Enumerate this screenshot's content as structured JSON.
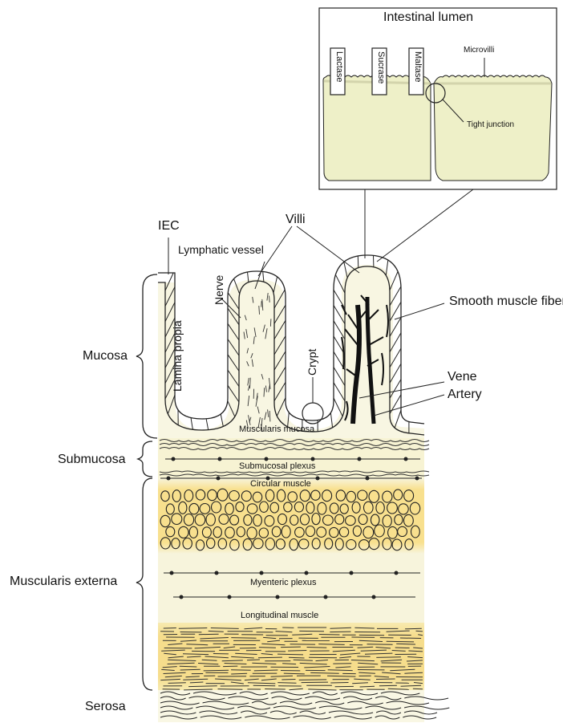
{
  "inset": {
    "title": "Intestinal lumen",
    "enzymes": [
      "Lactase",
      "Sucrase",
      "Maltase"
    ],
    "microvilli_label": "Microvilli",
    "tight_junction_label": "Tight junction"
  },
  "labels": {
    "iec": "IEC",
    "villi": "Villi",
    "lymphatic_vessel": "Lymphatic vessel",
    "nerve": "Nerve",
    "lamina_propia": "Lamina propia",
    "crypt": "Crypt",
    "smooth_muscle_fiber": "Smooth muscle fiber",
    "vene": "Vene",
    "artery": "Artery",
    "muscularis_mucosa": "Muscularis mucosa",
    "submucosal_plexus": "Submucosal plexus",
    "circular_muscle": "Circular muscle",
    "myenteric_plexus": "Myenteric plexus",
    "longitudinal_muscle": "Longitudinal muscle"
  },
  "layers": {
    "mucosa": "Mucosa",
    "submucosa": "Submucosa",
    "muscularis_externa": "Muscularis externa",
    "serosa": "Serosa"
  },
  "colors": {
    "tissue_pale": "#f7f4dc",
    "muscle_yellow": "#f8e08e",
    "cell_fill": "#f3f2d2",
    "cell_outline": "#333333"
  }
}
